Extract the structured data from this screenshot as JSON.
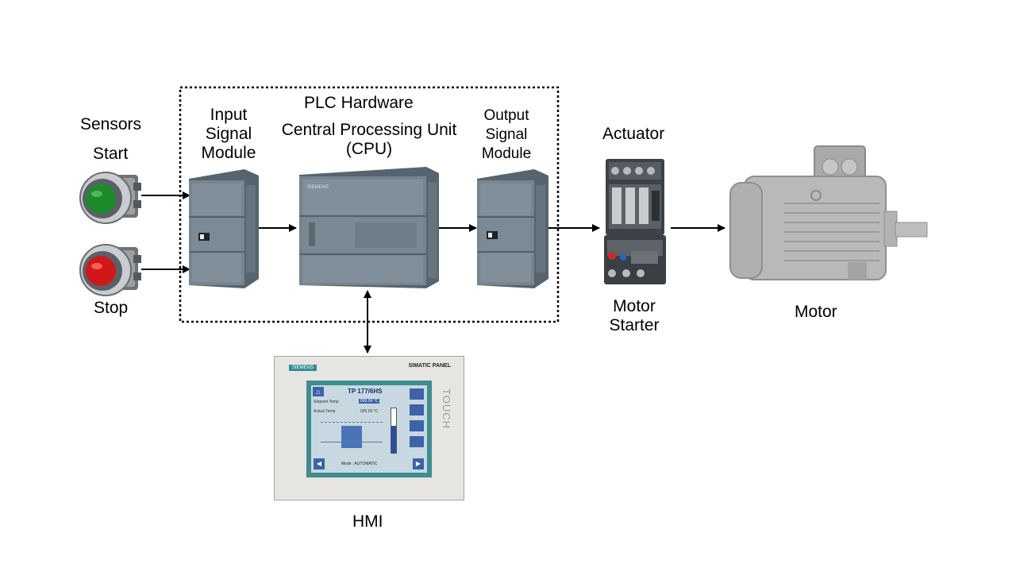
{
  "plc_box_title": "PLC Hardware",
  "sensors": {
    "group_label": "Sensors",
    "start_label": "Start",
    "stop_label": "Stop"
  },
  "input_module": {
    "label_lines": [
      "Input",
      "Signal",
      "Module"
    ]
  },
  "cpu": {
    "label_lines": [
      "Central Processing Unit",
      "(CPU)"
    ],
    "brand_text": "SIEMENS"
  },
  "output_module": {
    "label_lines": [
      "Output",
      "Signal",
      "Module"
    ]
  },
  "actuator": {
    "group_label": "Actuator",
    "label_lines": [
      "Motor",
      "Starter"
    ]
  },
  "motor": {
    "label": "Motor"
  },
  "hmi": {
    "label": "HMI",
    "brand": "SIEMENS",
    "model": "SIMATIC PANEL",
    "side_text": "TOUCH",
    "screen_title": "TP 177/6HS",
    "screen_mode": "Mode : AUTOMATIC",
    "row1_label": "Setpoint Temp",
    "row1_value": "000.00 °C",
    "row2_label": "Actual Temp",
    "row2_value": "000.00 °C"
  },
  "colors": {
    "start_button": "#1f8a2c",
    "stop_button": "#d01818",
    "module_body": "#6d7d8c",
    "hmi_screen": "#c8d8e0",
    "hmi_bezel": "#3f8d8f"
  }
}
